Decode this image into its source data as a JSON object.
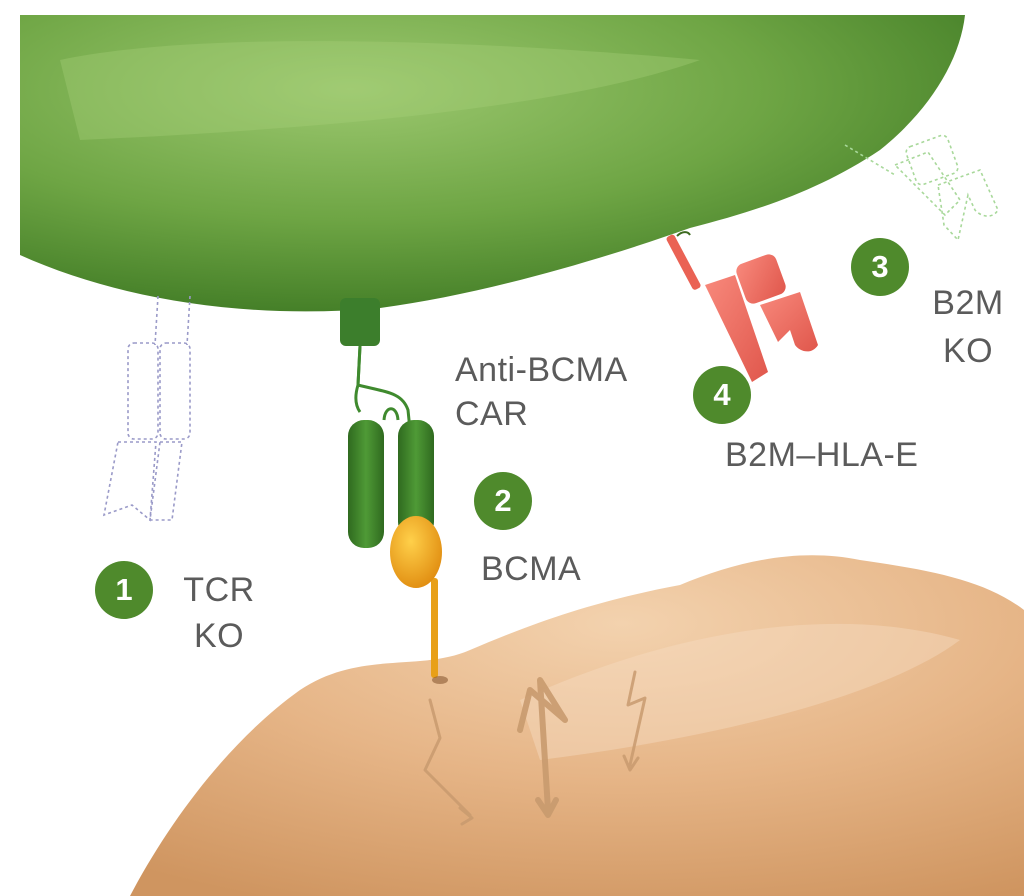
{
  "labels": {
    "tcr_ko": {
      "number": "1",
      "line1": "TCR",
      "line2": "KO"
    },
    "bcma": {
      "number": "2",
      "text": "BCMA"
    },
    "b2m_ko": {
      "number": "3",
      "line1": "B2M",
      "line2": "KO"
    },
    "b2m_hla_e": {
      "number": "4",
      "text": "B2M–HLA-E"
    },
    "car": {
      "line1": "Anti-BCMA",
      "line2": "CAR"
    }
  },
  "colors": {
    "t_cell": "#5f9a3a",
    "target_cell": "#e2b184",
    "car": "#3f7f2c",
    "bcma": "#f0a81c",
    "hla_e": "#ee6b5f",
    "badge": "#4f8a2c",
    "ghost_receptor": "#9a9ac8",
    "ghost_b2m": "#a8d89a"
  }
}
